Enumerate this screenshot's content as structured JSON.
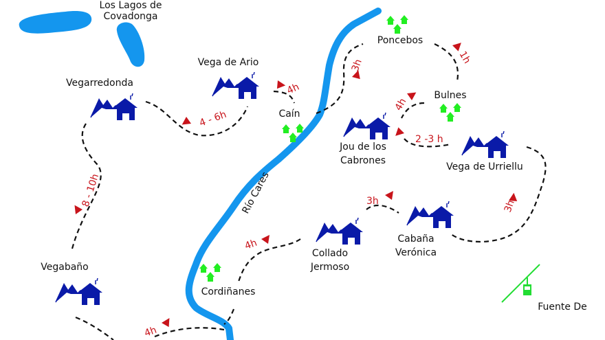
{
  "colors": {
    "water": "#1496ee",
    "refuge": "#0a1aa8",
    "village": "#22ee22",
    "time_marker": "#c8141b",
    "cable_car": "#22dd33"
  },
  "lakes": {
    "line1": "Los Lagos de",
    "line2": "Covadonga"
  },
  "river": "Río Cares",
  "refuges": {
    "vegarredonda": "Vegarredonda",
    "vega_de_ario": "Vega de Ario",
    "jou_line1": "Jou de los",
    "jou_line2": "Cabrones",
    "vega_de_urriellu": "Vega de Urriellu",
    "vegabano": "Vegabaño",
    "collado_line1": "Collado",
    "collado_line2": "Jermoso",
    "cabana_line1": "Cabaña",
    "cabana_line2": "Verónica"
  },
  "villages": {
    "cain": "Caín",
    "poncebos": "Poncebos",
    "bulnes": "Bulnes",
    "cordinanes": "Cordiñanes"
  },
  "fuente_de": "Fuente De",
  "trail_times": {
    "vegarredonda_ario": "4 - 6h",
    "ario_cain": "4h",
    "cain_poncebos": "3h",
    "poncebos_bulnes": "1h",
    "bulnes_jou": "4h",
    "jou_urriellu": "2 -3 h",
    "urriellu_cabana": "3h",
    "cabana_collado": "3h",
    "collado_cordinanes": "4h",
    "vegarredonda_vegabano": "8 - 10h",
    "vegabano_cordinanes": "4h"
  }
}
